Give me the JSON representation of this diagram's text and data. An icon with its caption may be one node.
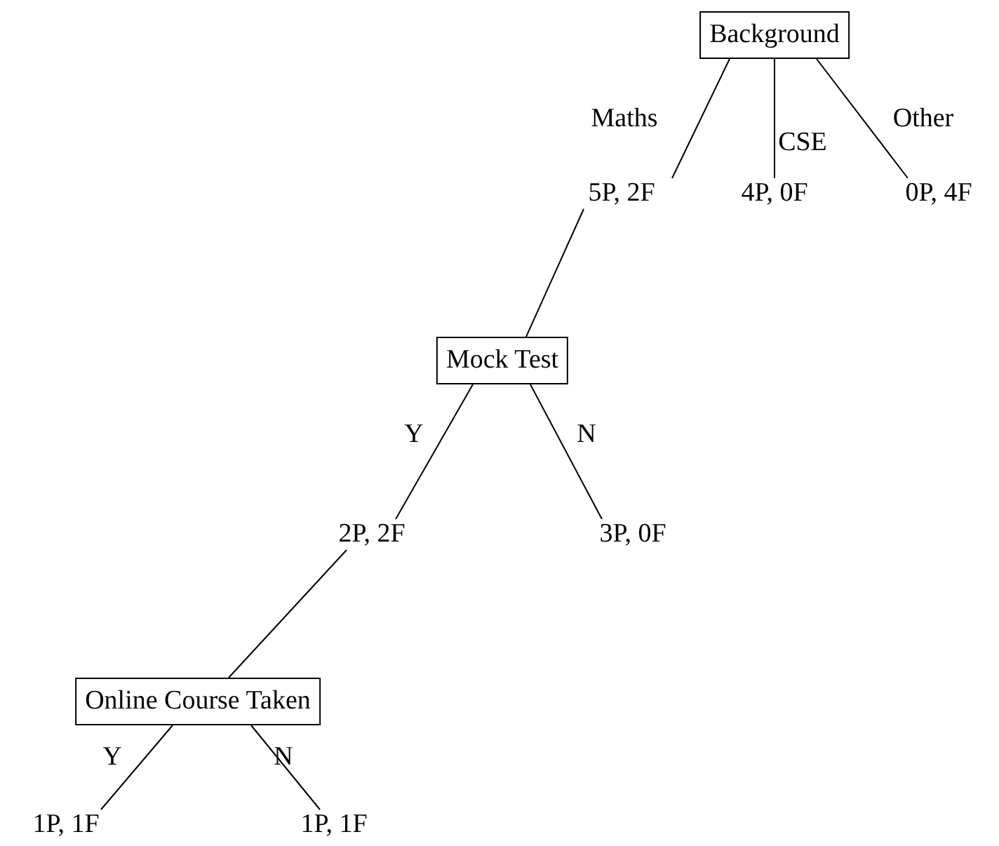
{
  "diagram": {
    "nodes": [
      {
        "text": [
          "Background"
        ]
      },
      {
        "text": [
          "5P, 2F"
        ]
      },
      {
        "text": [
          "4P, 0F"
        ]
      },
      {
        "text": [
          "0P, 4F"
        ]
      },
      {
        "text": [
          "Mock Test"
        ]
      },
      {
        "text": [
          "2P, 2F"
        ]
      },
      {
        "text": [
          "3P, 0F"
        ]
      },
      {
        "text": [
          "Online Course Taken"
        ]
      },
      {
        "text": [
          "1P, 1F"
        ]
      },
      {
        "text": [
          "1P, 1F"
        ]
      }
    ],
    "edges": [
      {
        "from": 0,
        "to": 1,
        "arrow": "none",
        "label": "Maths"
      },
      {
        "from": 0,
        "to": 2,
        "arrow": "none",
        "label": "CSE"
      },
      {
        "from": 0,
        "to": 3,
        "arrow": "none",
        "label": "Other"
      },
      {
        "from": 1,
        "to": 4,
        "arrow": "none"
      },
      {
        "from": 4,
        "to": 5,
        "arrow": "none",
        "label": "Y"
      },
      {
        "from": 4,
        "to": 6,
        "arrow": "none",
        "label": "N"
      },
      {
        "from": 5,
        "to": 7,
        "arrow": "none"
      },
      {
        "from": 7,
        "to": 8,
        "arrow": "none",
        "label": "Y"
      },
      {
        "from": 7,
        "to": 9,
        "arrow": "none",
        "label": "N"
      }
    ]
  }
}
